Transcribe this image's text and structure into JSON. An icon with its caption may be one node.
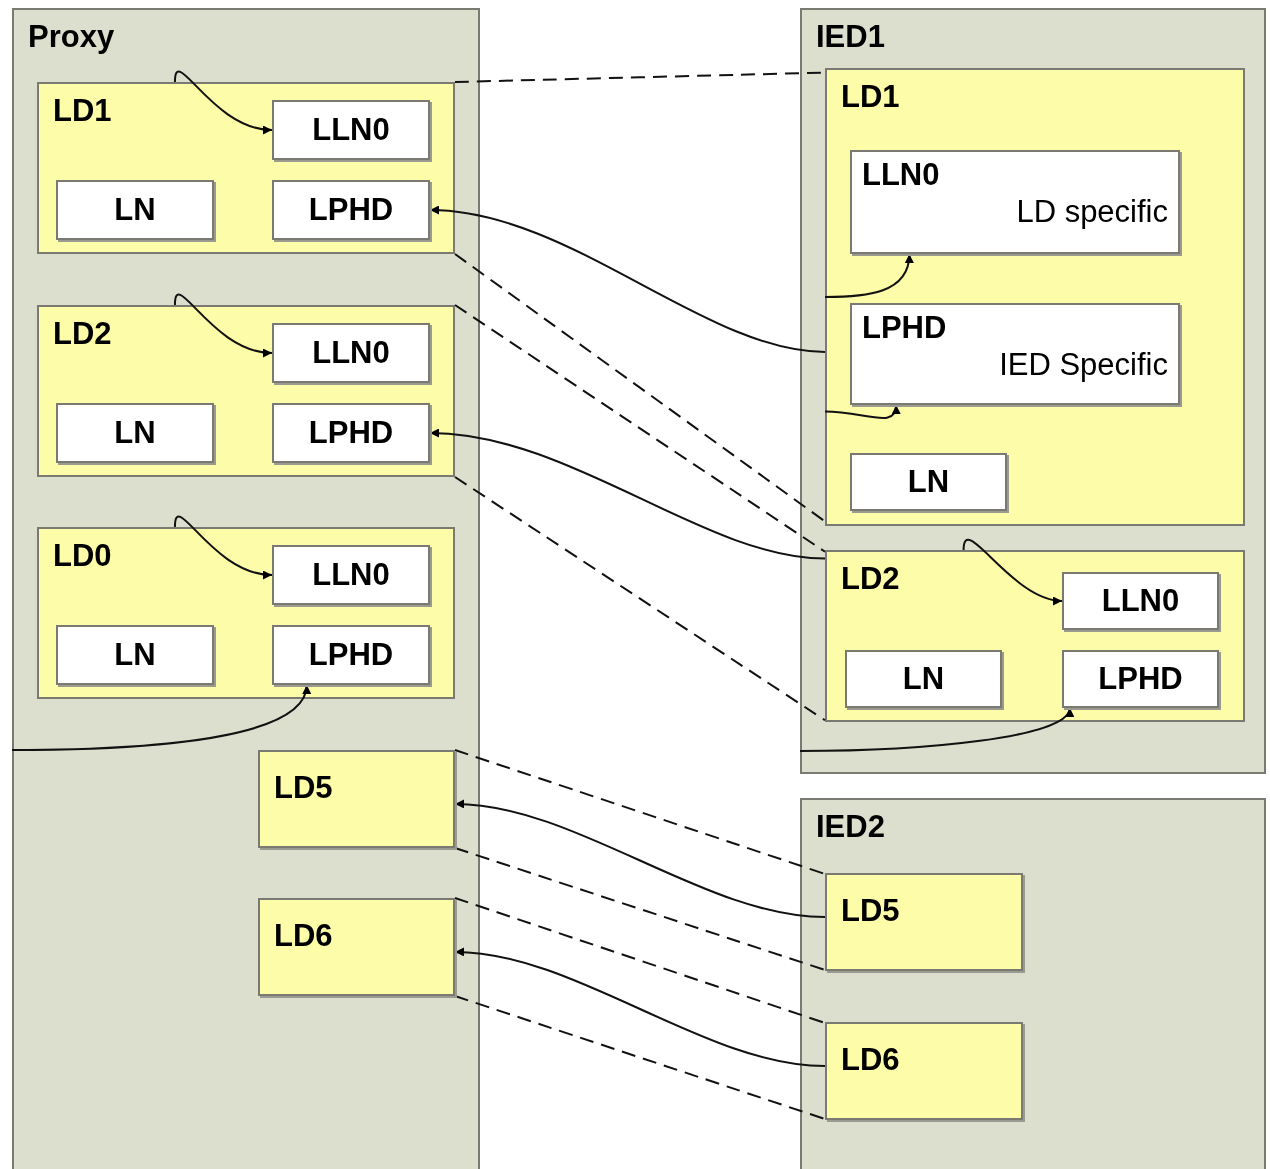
{
  "diagram": {
    "nodes": [
      {
        "text": [
          "Proxy"
        ]
      },
      {
        "text": [
          "LD1"
        ],
        "in": 0
      },
      {
        "text": [
          "LLN0"
        ],
        "in": 1
      },
      {
        "text": [
          "LN"
        ],
        "in": 1
      },
      {
        "text": [
          "LPHD"
        ],
        "in": 1
      },
      {
        "text": [
          "LD2"
        ],
        "in": 0
      },
      {
        "text": [
          "LLN0"
        ],
        "in": 5
      },
      {
        "text": [
          "LN"
        ],
        "in": 5
      },
      {
        "text": [
          "LPHD"
        ],
        "in": 5
      },
      {
        "text": [
          "LD0"
        ],
        "in": 0
      },
      {
        "text": [
          "LLN0"
        ],
        "in": 9
      },
      {
        "text": [
          "LN"
        ],
        "in": 9
      },
      {
        "text": [
          "LPHD"
        ],
        "in": 9
      },
      {
        "text": [
          "LD5"
        ],
        "in": 0
      },
      {
        "text": [
          "LD6"
        ],
        "in": 0
      },
      {
        "text": [
          "IED1"
        ]
      },
      {
        "text": [
          "LD1"
        ],
        "in": 15
      },
      {
        "text": [
          "LLN0",
          "LD specific"
        ],
        "in": 16
      },
      {
        "text": [
          "LPHD",
          "IED Specific"
        ],
        "in": 16
      },
      {
        "text": [
          "LN"
        ],
        "in": 16
      },
      {
        "text": [
          "LD2"
        ],
        "in": 15
      },
      {
        "text": [
          "LLN0"
        ],
        "in": 20
      },
      {
        "text": [
          "LN"
        ],
        "in": 20
      },
      {
        "text": [
          "LPHD"
        ],
        "in": 20
      },
      {
        "text": [
          "IED2"
        ]
      },
      {
        "text": [
          "LD5"
        ],
        "in": 24
      },
      {
        "text": [
          "LD6"
        ],
        "in": 24
      }
    ],
    "edges": [
      {
        "from": 1,
        "to": 2,
        "arrow": "to"
      },
      {
        "from": 5,
        "to": 6,
        "arrow": "to"
      },
      {
        "from": 9,
        "to": 10,
        "arrow": "to"
      },
      {
        "from": null,
        "to": 12,
        "arrow": "to"
      },
      {
        "from": 16,
        "to": 17,
        "arrow": "to"
      },
      {
        "from": 16,
        "to": 18,
        "arrow": "to"
      },
      {
        "from": 20,
        "to": 21,
        "arrow": "to"
      },
      {
        "from": 15,
        "to": 23,
        "arrow": "to"
      },
      {
        "from": 1,
        "to": 16,
        "arrow": "none",
        "style": "dashed"
      },
      {
        "from": 1,
        "to": 16,
        "arrow": "none",
        "style": "dashed"
      },
      {
        "from": 5,
        "to": 20,
        "arrow": "none",
        "style": "dashed"
      },
      {
        "from": 5,
        "to": 20,
        "arrow": "none",
        "style": "dashed"
      },
      {
        "from": 13,
        "to": 25,
        "arrow": "none",
        "style": "dashed"
      },
      {
        "from": 13,
        "to": 25,
        "arrow": "none",
        "style": "dashed"
      },
      {
        "from": 14,
        "to": 26,
        "arrow": "none",
        "style": "dashed"
      },
      {
        "from": 14,
        "to": 26,
        "arrow": "none",
        "style": "dashed"
      },
      {
        "from": 16,
        "to": 4,
        "arrow": "to"
      },
      {
        "from": 20,
        "to": 8,
        "arrow": "to"
      },
      {
        "from": 25,
        "to": 13,
        "arrow": "to"
      },
      {
        "from": 26,
        "to": 14,
        "arrow": "to"
      }
    ]
  }
}
